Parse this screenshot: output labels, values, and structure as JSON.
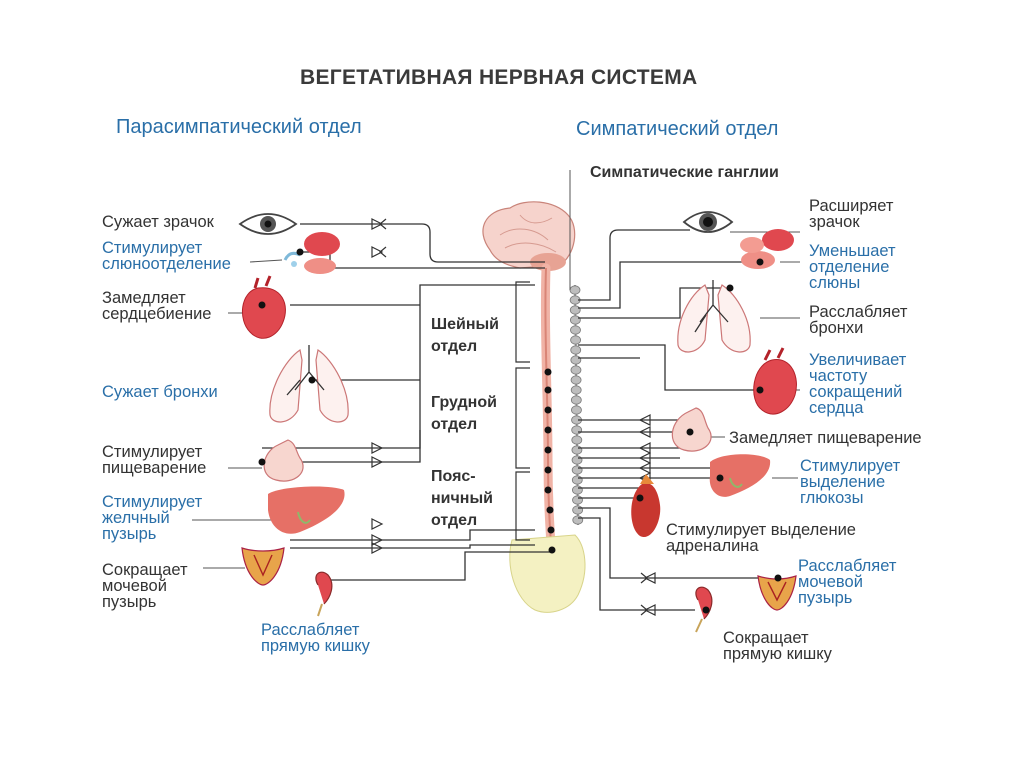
{
  "title": "ВЕГЕТАТИВНАЯ НЕРВНАЯ СИСТЕМА",
  "parasympathetic": {
    "heading": "Парасимпатический отдел",
    "effects": [
      {
        "line1": "Сужает зрачок",
        "line2": "",
        "line3": ""
      },
      {
        "line1": "Стимулирует",
        "line2": "слюноотделение",
        "line3": ""
      },
      {
        "line1": "Замедляет",
        "line2": "сердцебиение",
        "line3": ""
      },
      {
        "line1": "Сужает бронхи",
        "line2": "",
        "line3": ""
      },
      {
        "line1": "Стимулирует",
        "line2": "пищеварение",
        "line3": ""
      },
      {
        "line1": "Стимулирует",
        "line2": "желчный",
        "line3": "пузырь"
      },
      {
        "line1": "Сокращает",
        "line2": "мочевой",
        "line3": "пузырь"
      },
      {
        "line1": "Расслабляет",
        "line2": "прямую кишку",
        "line3": ""
      }
    ]
  },
  "sympathetic": {
    "heading": "Симпатический отдел",
    "ganglia_label": "Симпатические ганглии",
    "effects": [
      {
        "line1": "Расширяет",
        "line2": "зрачок",
        "line3": "",
        "line4": ""
      },
      {
        "line1": "Уменьшает",
        "line2": "отделение",
        "line3": "слюны",
        "line4": ""
      },
      {
        "line1": "Расслабляет",
        "line2": "бронхи",
        "line3": "",
        "line4": ""
      },
      {
        "line1": "Увеличивает",
        "line2": "частоту",
        "line3": "сокращений",
        "line4": "сердца"
      },
      {
        "line1": "Замедляет пищеварение",
        "line2": "",
        "line3": "",
        "line4": ""
      },
      {
        "line1": "Стимулирует",
        "line2": "выделение",
        "line3": "глюкозы",
        "line4": ""
      },
      {
        "line1": "Стимулирует выделение",
        "line2": "адреналина",
        "line3": "",
        "line4": ""
      },
      {
        "line1": "Расслабляет",
        "line2": "мочевой",
        "line3": "пузырь",
        "line4": ""
      },
      {
        "line1": "Сокращает",
        "line2": "прямую кишку",
        "line3": "",
        "line4": ""
      }
    ]
  },
  "spine_sections": {
    "cervical": {
      "line1": "Шейный",
      "line2": "отдел"
    },
    "thoracic": {
      "line1": "Грудной",
      "line2": "отдел"
    },
    "lumbar": {
      "line1": "Пояс-",
      "line2": "ничный",
      "line3": "отдел"
    }
  },
  "colors": {
    "text": "#333333",
    "accent_blue": "#2a6fa8",
    "organ_red": "#e0484f",
    "organ_pink": "#f2a49a",
    "spinal_cord": "#f0b3a6",
    "ganglia_gray": "#bdbdbd",
    "pelvis_yellow": "#f2f0b8"
  },
  "icons": [
    "eye-icon",
    "salivary-gland-icon",
    "heart-icon",
    "lungs-icon",
    "stomach-icon",
    "liver-icon",
    "bladder-icon",
    "rectum-icon",
    "adrenal-gland-icon",
    "brain-icon"
  ]
}
